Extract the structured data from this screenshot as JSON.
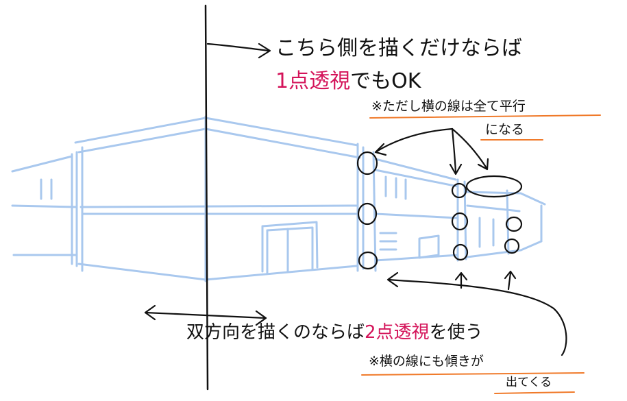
{
  "colors": {
    "sketch_blue": "#a9c8ee",
    "ink": "#111111",
    "highlight_pink": "#d4145a",
    "underline_orange": "#f07a2a"
  },
  "annotations": {
    "one_point_line1": "こちら側を描くだけならば",
    "one_point_term": "1点透視",
    "one_point_suffix": "でもOK",
    "one_point_note_line1": "※ただし横の線は全て平行",
    "one_point_note_line2": "になる",
    "two_point_prefix": "双方向を描くのならば",
    "two_point_term": "2点透視",
    "two_point_suffix": "を使う",
    "two_point_note_line1": "※横の線にも傾きが",
    "two_point_note_line2": "出てくる"
  }
}
